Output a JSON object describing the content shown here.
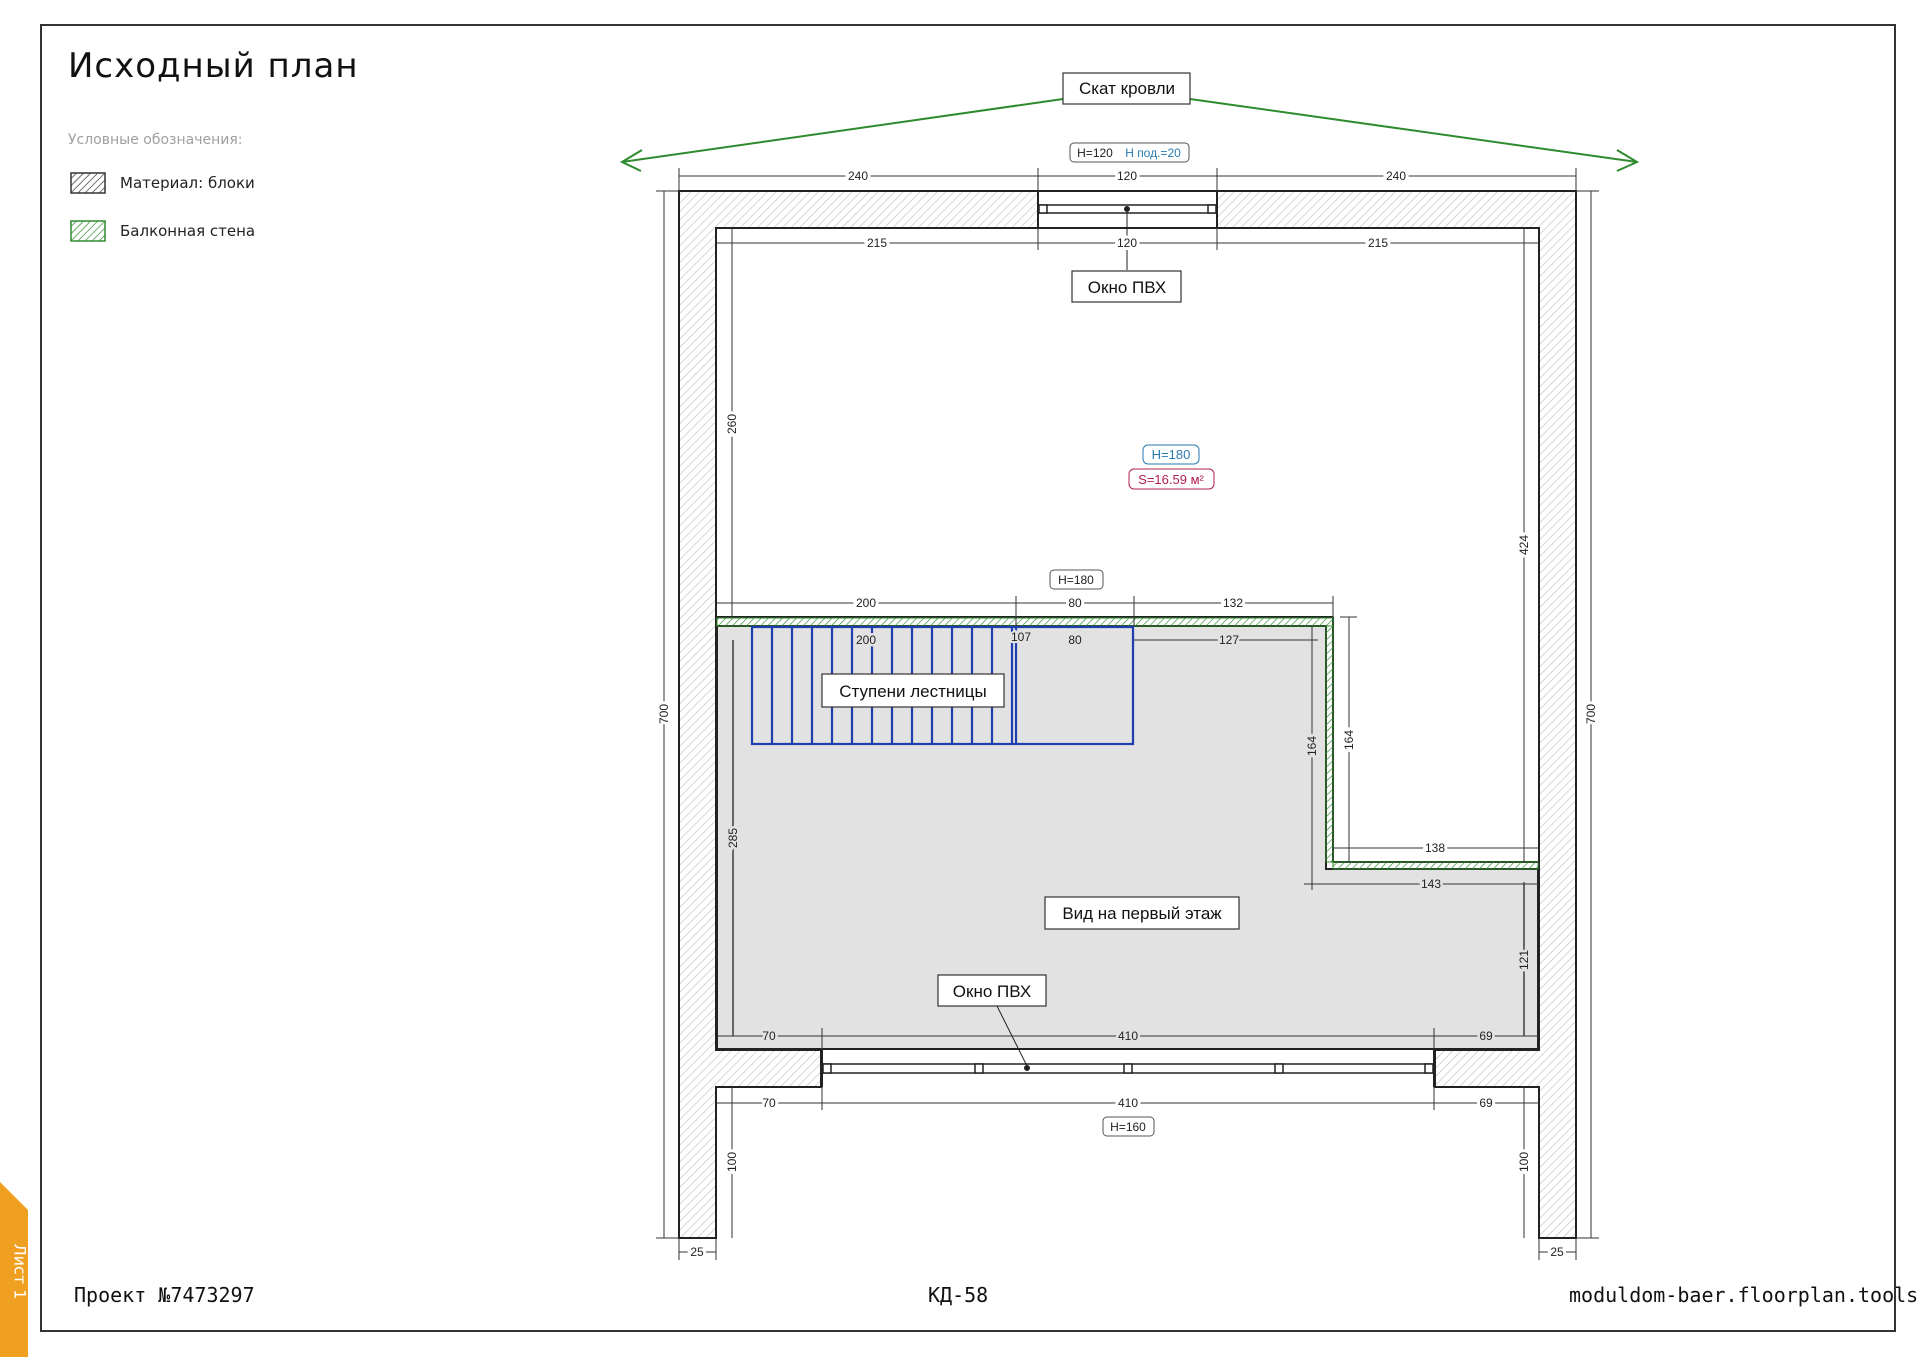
{
  "sheet": {
    "title": "Исходный план",
    "legend": {
      "heading": "Условные обозначения:",
      "items": [
        {
          "label": "Материал: блоки",
          "fill": "#c8c8c8",
          "stroke": "#333333"
        },
        {
          "label": "Балконная стена",
          "fill": "#bfe3bf",
          "stroke": "#2e8b2e"
        }
      ]
    },
    "footer": {
      "project": "Проект №7473297",
      "code": "КД-58",
      "site": "moduldom-baer.floorplan.tools"
    },
    "tab_label": "Лист 1",
    "tab_color": "#f0a020"
  },
  "plan": {
    "callouts": {
      "roof_slope": "Скат кровли",
      "window_top": "Окно ПВХ",
      "stairs": "Ступени лестницы",
      "first_floor_view": "Вид на первый этаж",
      "window_bottom": "Окно ПВХ"
    },
    "tags": {
      "top_window_h": "H=120",
      "top_window_hsill": "H под.=20",
      "room_h": "H=180",
      "room_area": "S=16.59 м²",
      "opening_h": "H=180",
      "bottom_window_h": "H=160"
    },
    "dims": {
      "outer_top_left": "240",
      "outer_top_mid": "120",
      "outer_top_right": "240",
      "inner_top_left": "215",
      "inner_top_mid": "120",
      "inner_top_right": "215",
      "left_260": "260",
      "left_700": "700",
      "right_700": "700",
      "right_424": "424",
      "open_200": "200",
      "open_80": "80",
      "open_132": "132",
      "stair_200": "200",
      "stair_80": "80",
      "stair_107": "107",
      "stair_127": "127",
      "balcony_164a": "164",
      "balcony_164b": "164",
      "balcony_138": "138",
      "balcony_143": "143",
      "right_121": "121",
      "left_285": "285",
      "bot_in_70": "70",
      "bot_in_410": "410",
      "bot_in_69": "69",
      "bot_out_70": "70",
      "bot_out_410": "410",
      "bot_out_69": "69",
      "left_100": "100",
      "right_100": "100",
      "left_25": "25",
      "right_25": "25"
    },
    "colors": {
      "wall_stroke": "#222222",
      "hatch": "#bdbdbd",
      "balcony": "#2e8b2e",
      "stairs": "#1f3fb0",
      "floor_view": "#e2e2e2",
      "roof_arrow": "#2e8b2e",
      "height_tag": "#2a7ab0",
      "area_tag": "#b0204a"
    }
  }
}
